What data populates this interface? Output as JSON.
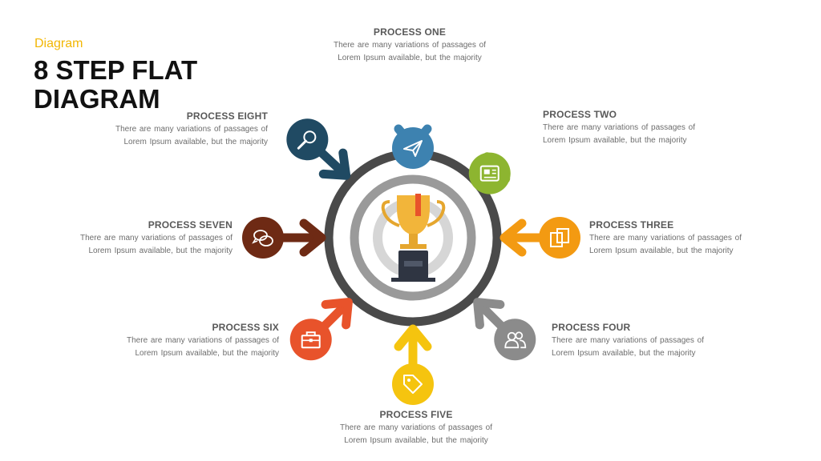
{
  "header": {
    "kicker": "Diagram",
    "title_line1": "8 STEP FLAT",
    "title_line2": "DIAGRAM"
  },
  "steps": [
    {
      "title": "PROCESS ONE",
      "line1": "There are many variations of passages of",
      "line2": "Lorem Ipsum available, but the majority",
      "color": "#3d82b0",
      "icon": "paper-plane-icon"
    },
    {
      "title": "PROCESS TWO",
      "line1": "There are many variations of passages of",
      "line2": "Lorem Ipsum available, but the majority",
      "color": "#8db530",
      "icon": "newspaper-icon"
    },
    {
      "title": "PROCESS THREE",
      "line1": "There are many variations of passages of",
      "line2": "Lorem Ipsum available, but the majority",
      "color": "#f39a12",
      "icon": "documents-icon"
    },
    {
      "title": "PROCESS FOUR",
      "line1": "There are many variations of passages of",
      "line2": "Lorem Ipsum available, but the majority",
      "color": "#8b8b8b",
      "icon": "users-icon"
    },
    {
      "title": "PROCESS FIVE",
      "line1": "There are many variations of passages of",
      "line2": "Lorem Ipsum available, but the majority",
      "color": "#f5c40f",
      "icon": "tag-icon"
    },
    {
      "title": "PROCESS SIX",
      "line1": "There are many variations of passages of",
      "line2": "Lorem Ipsum available, but the majority",
      "color": "#e8532b",
      "icon": "briefcase-icon"
    },
    {
      "title": "PROCESS SEVEN",
      "line1": "There are many variations of passages of",
      "line2": "Lorem Ipsum available, but the majority",
      "color": "#6e2a14",
      "icon": "chat-bubbles-icon"
    },
    {
      "title": "PROCESS EIGHT",
      "line1": "There are many variations of passages of",
      "line2": "Lorem Ipsum available, but the majority",
      "color": "#204a63",
      "icon": "search-icon"
    }
  ],
  "center": {
    "icon": "trophy-icon",
    "outer_ring_color": "#4a4a4a",
    "inner_ring_color": "#9a9a9a",
    "trophy_color": "#f2b53a",
    "base_color": "#2f3542"
  }
}
